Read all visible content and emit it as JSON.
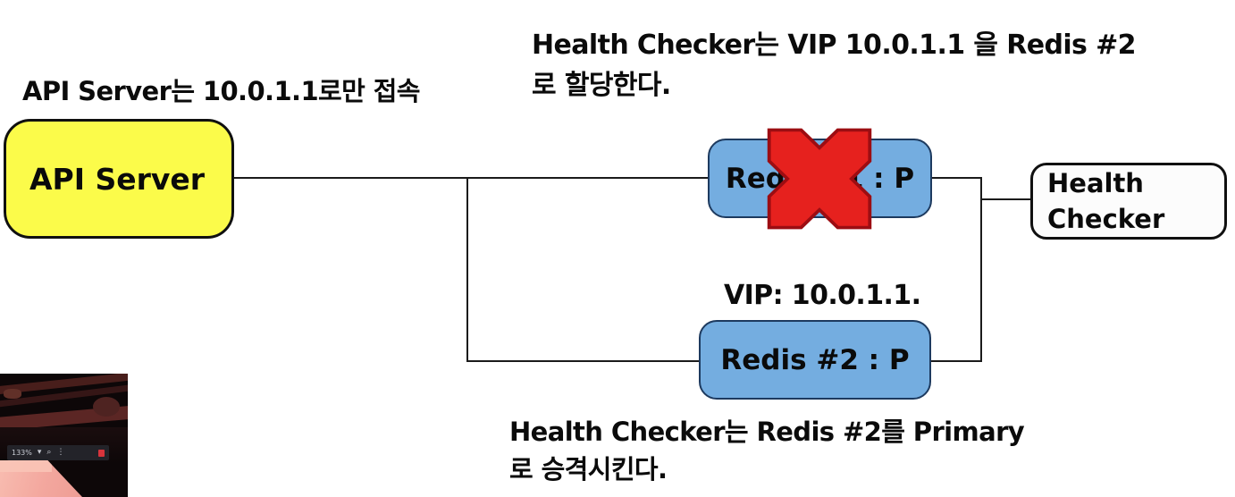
{
  "notes": {
    "api_access": "API Server는 10.0.1.1로만 접속",
    "assign_line1": "Health Checker는 VIP 10.0.1.1 을 Redis #2",
    "assign_line2": "로 할당한다.",
    "vip": "VIP: 10.0.1.1.",
    "promote_line1": "Health Checker는 Redis #2를 Primary",
    "promote_line2": "로 승격시킨다."
  },
  "nodes": {
    "api_server": {
      "label": "API Server",
      "fill": "#fbfb4a",
      "border": "#101010"
    },
    "redis_1": {
      "label": "Redis #1 : P",
      "fill": "#74ade0",
      "border": "#1d3a5f",
      "status": "failed"
    },
    "redis_2": {
      "label": "Redis #2 : P",
      "fill": "#74ade0",
      "border": "#1d3a5f"
    },
    "health_checker": {
      "label_line1": "Health",
      "label_line2": "Checker",
      "fill": "#fcfcfc",
      "border": "#101010"
    }
  },
  "icons": {
    "failure_x": {
      "color": "#e6211e",
      "outline": "#9c0d12"
    }
  },
  "photo_overlay": {
    "description_colors": {
      "background": "#0d0708",
      "beams": "#53221f",
      "screen_pink": "#f3a79e",
      "toolbar": "#232329"
    },
    "toolbar": {
      "zoom_label": "133%",
      "caret": "▾",
      "search_icon_glyph": "⌕",
      "more_icon_glyph": "⋮"
    }
  }
}
